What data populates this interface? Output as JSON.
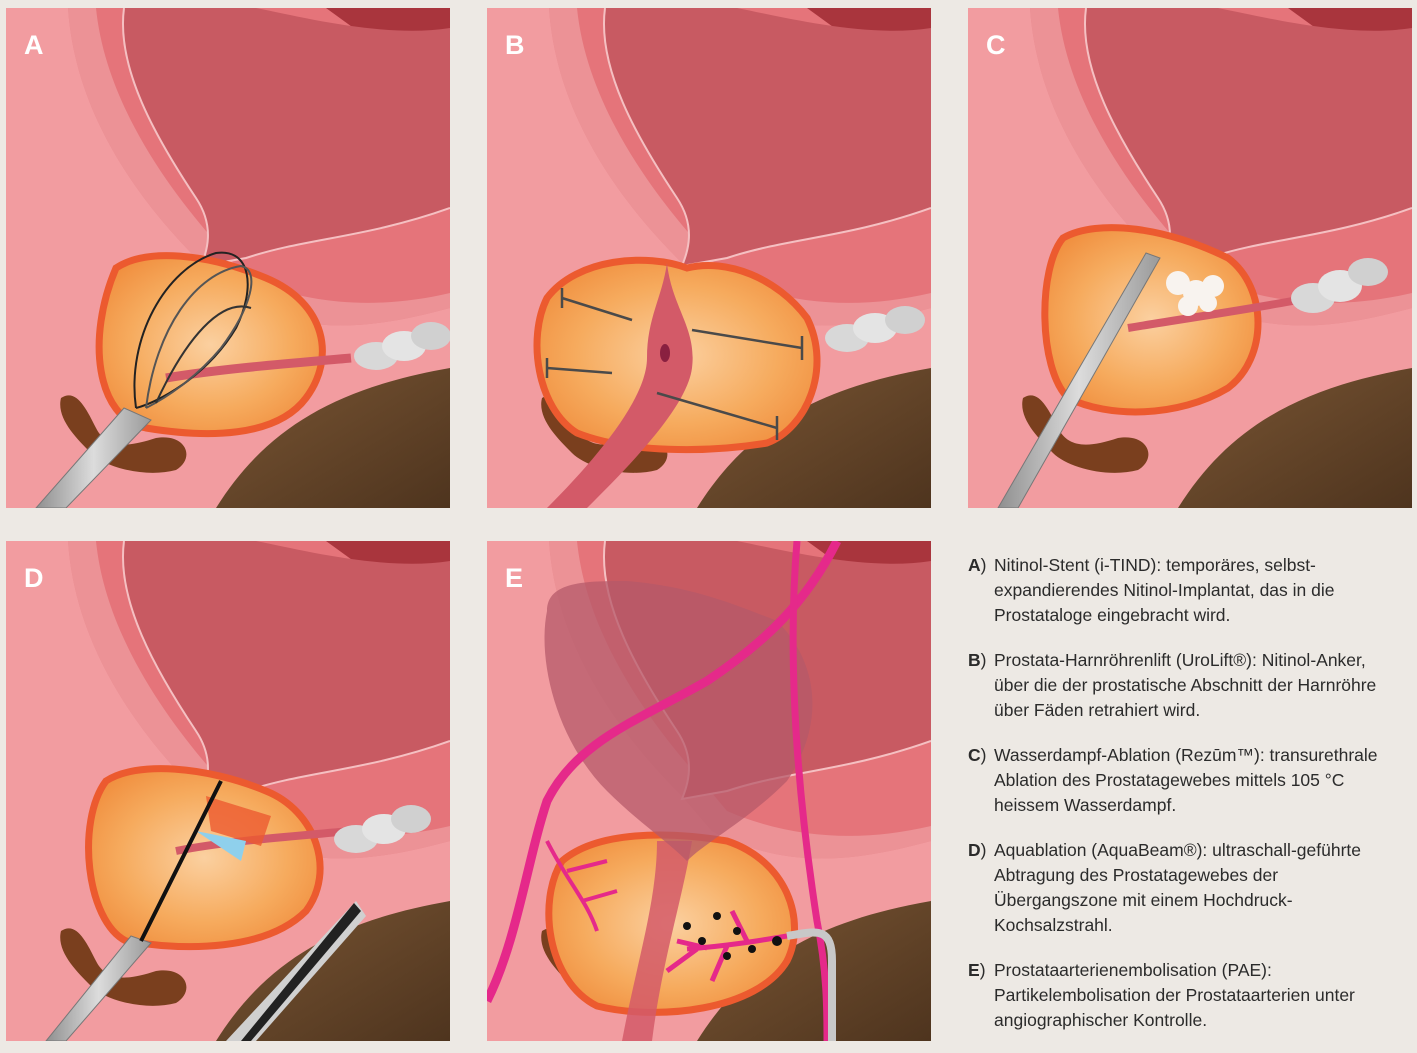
{
  "panels": [
    {
      "letter": "A"
    },
    {
      "letter": "B"
    },
    {
      "letter": "C"
    },
    {
      "letter": "D"
    },
    {
      "letter": "E"
    }
  ],
  "legend": [
    {
      "key": "A",
      "text": "Nitinol-Stent (i-TIND): temporäres, selbst-expandierendes Nitinol-Implantat, das in die Prostataloge eingebracht wird."
    },
    {
      "key": "B",
      "text": "Prostata-Harnröhrenlift (UroLift®): Nitinol-Anker, über die der prostatische Abschnitt der Harnröhre über Fäden retrahiert wird."
    },
    {
      "key": "C",
      "text": "Wasserdampf-Ablation (Rezūm™): transurethrale Ablation des Prostatagewebes mittels 105 °C heissem Wasserdampf."
    },
    {
      "key": "D",
      "text": "Aquablation (AquaBeam®): ultraschall-geführte Abtragung des Prostatagewebes der Übergangszone mit einem Hochdruck-Kochsalzstrahl."
    },
    {
      "key": "E",
      "text": "Prostataarterienembolisation (PAE): Partikelembolisation der Prostataarterien unter angiographischer Kontrolle."
    }
  ],
  "colors": {
    "background": "#ede9e4",
    "panel_bg": "#f29ca0",
    "bladder_wall": "#e5747a",
    "bladder_outer": "#a9353d",
    "bladder_inner": "#c85a62",
    "prostate": "#f5a55a",
    "capsule": "#ec5a2f",
    "rectum": "#6b4a2c",
    "pubic": "#7a3f1e",
    "instrument": "#b9b9b9",
    "artery": "#e5298a"
  }
}
